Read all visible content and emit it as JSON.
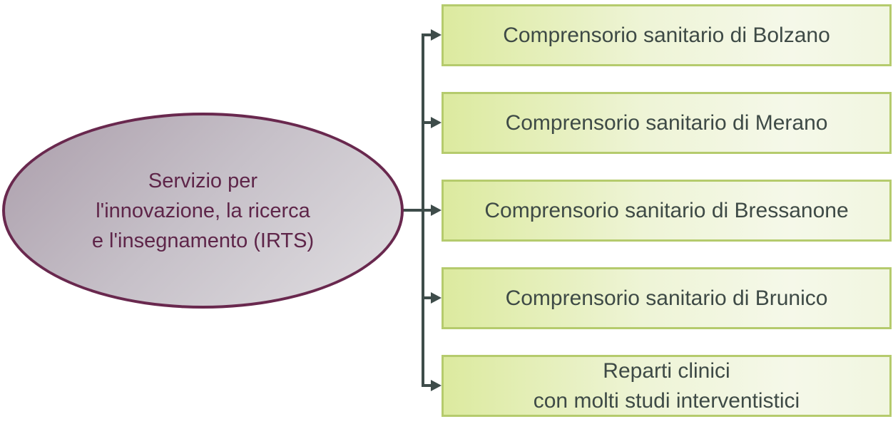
{
  "diagram": {
    "root": {
      "label": "Servizio per\nl'innovazione, la ricerca\ne l'insegnamento (IRTS)"
    },
    "children": [
      {
        "label": "Comprensorio sanitario di Bolzano"
      },
      {
        "label": "Comprensorio sanitario di Merano"
      },
      {
        "label": "Comprensorio sanitario di Bressanone"
      },
      {
        "label": "Comprensorio sanitario di Brunico"
      },
      {
        "label": "Reparti clinici\ncon molti studi interventistici"
      }
    ],
    "colors": {
      "ellipse_border": "#69284e",
      "ellipse_text": "#5e2549",
      "ellipse_fill_start": "#ab9eab",
      "ellipse_fill_end": "#e1dfe2",
      "box_border": "#b5cb6d",
      "box_fill_start": "#dcea9f",
      "box_fill_end": "#f5f8e9",
      "box_text": "#3e4a46",
      "connector_line": "#3e4c4a"
    }
  }
}
